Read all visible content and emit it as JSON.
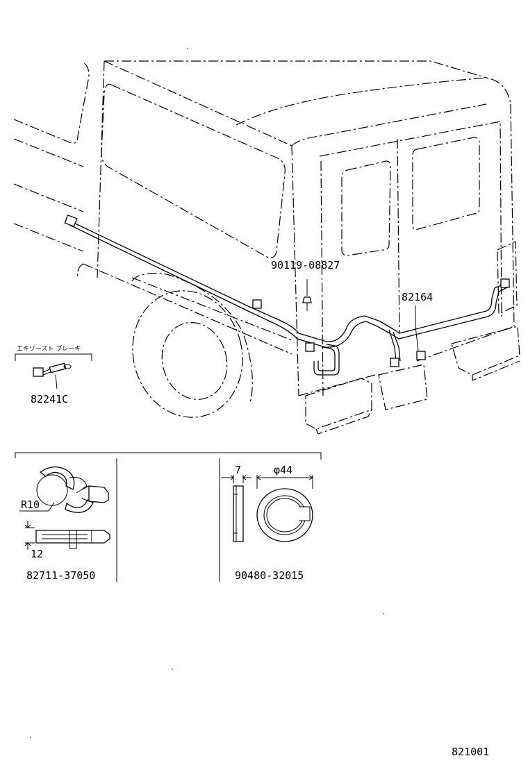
{
  "labels": {
    "bolt": "90119-08827",
    "harness": "82164",
    "exhaust_brake_caption": "エキゾースト ブレーキ",
    "exhaust_part": "82241C",
    "clamp_part": "82711-37050",
    "grommet_part": "90480-32015",
    "clamp_radius": "R10",
    "clamp_height": "12",
    "grommet_width": "7",
    "grommet_diameter": "φ44",
    "diagram_number": "821001"
  }
}
